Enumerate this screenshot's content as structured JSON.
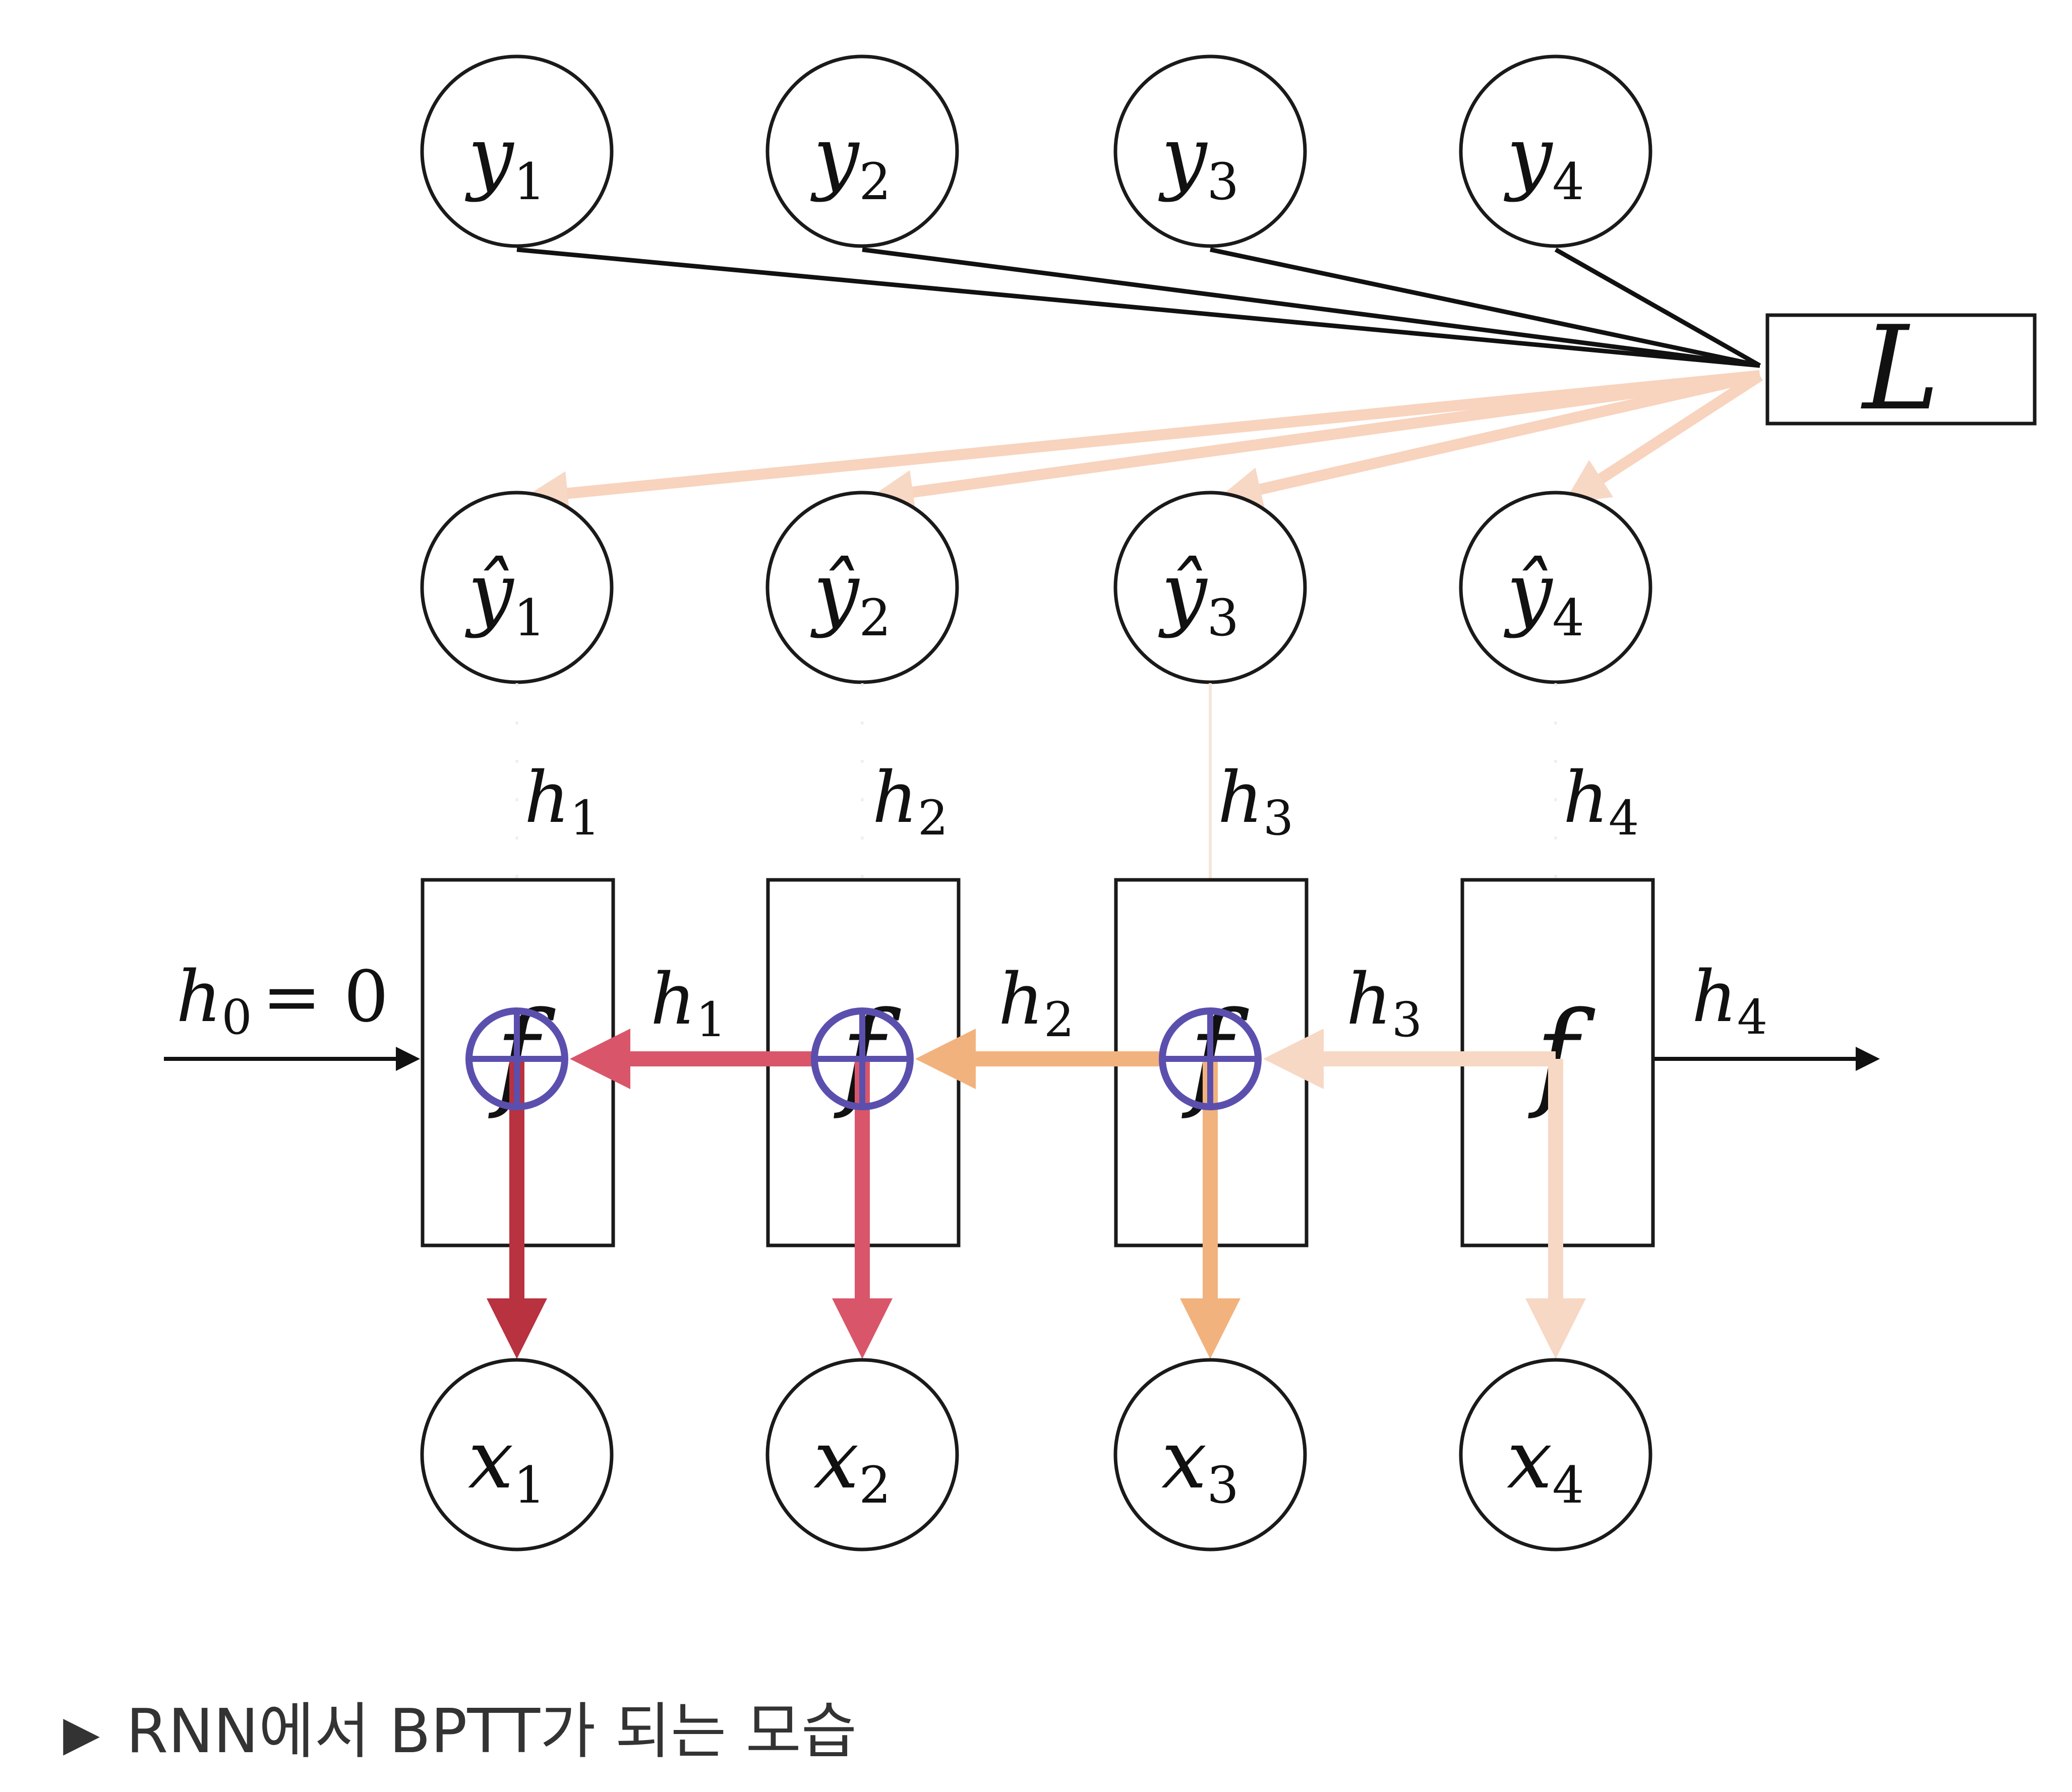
{
  "targets": [
    {
      "label": "y",
      "sub": "1"
    },
    {
      "label": "y",
      "sub": "2"
    },
    {
      "label": "y",
      "sub": "3"
    },
    {
      "label": "y",
      "sub": "4"
    }
  ],
  "predictions": [
    {
      "label": "ŷ",
      "sub": "1"
    },
    {
      "label": "ŷ",
      "sub": "2"
    },
    {
      "label": "ŷ",
      "sub": "3"
    },
    {
      "label": "ŷ",
      "sub": "4"
    }
  ],
  "inputs": [
    {
      "label": "x",
      "sub": "1"
    },
    {
      "label": "x",
      "sub": "2"
    },
    {
      "label": "x",
      "sub": "3"
    },
    {
      "label": "x",
      "sub": "4"
    }
  ],
  "hidden_states": [
    {
      "label": "h",
      "sub": "1"
    },
    {
      "label": "h",
      "sub": "2"
    },
    {
      "label": "h",
      "sub": "3"
    },
    {
      "label": "h",
      "sub": "4"
    }
  ],
  "cell_function": "f",
  "loss": {
    "label": "L"
  },
  "initial_state": {
    "label": "h",
    "sub": "0",
    "equation": "= 0"
  },
  "final_state": {
    "label": "h",
    "sub": "4"
  },
  "gradient_colors": [
    "#b8323f",
    "#d9566a",
    "#f2b27d",
    "#f7d8c4"
  ],
  "caption": {
    "marker": "▶",
    "text": "RNN에서 BPTT가 되는 모습"
  }
}
